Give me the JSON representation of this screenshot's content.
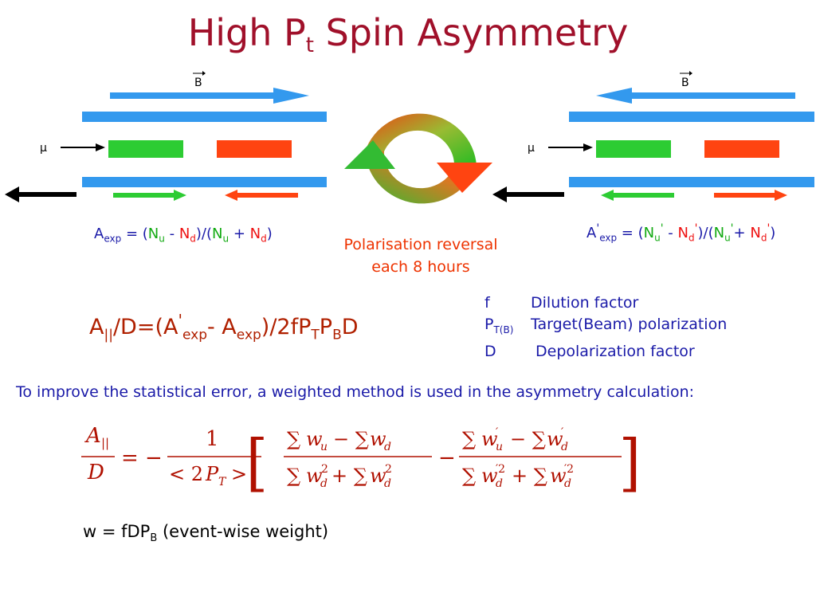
{
  "title": {
    "main": "High P",
    "sub": "t",
    "rest": " Spin Asymmetry"
  },
  "left": {
    "b_label": "B",
    "mu_label": "μ",
    "formula": {
      "A": "A",
      "sub": "exp",
      "eq": " = (",
      "Nu": "N",
      "u": "u",
      "minus": " - ",
      "Nd": "N",
      "d": "d",
      "mid": ")/(",
      "Nu2": "N",
      "u2": "u",
      "plus": " + ",
      "Nd2": "N",
      "d2": "d",
      "close": ")"
    }
  },
  "right": {
    "b_label": "B",
    "mu_label": "μ",
    "formula": {
      "A": "A",
      "prime": "'",
      "sub": "exp",
      "eq": " = (",
      "Nu": "N",
      "u": "u",
      "minus": " - ",
      "Nd": "N",
      "d": "d",
      "mid": ")/(",
      "Nu2": "N",
      "u2": "u",
      "plus": "+ ",
      "Nd2": "N",
      "d2": "d",
      "close": ")"
    }
  },
  "reversal": {
    "line1": "Polarisation reversal",
    "line2": "each 8 hours"
  },
  "main_formula": {
    "a": "A",
    "a_sub": "||",
    "b": "/D=(A",
    "prime": "'",
    "c_sub": "exp",
    "d": "- A",
    "e_sub": "exp",
    "f": ")/2fP",
    "g_sub": "T",
    "h": "P",
    "i_sub": "B",
    "j": "D"
  },
  "legend": [
    {
      "sym": "f",
      "sym_sub": "",
      "desc": "Dilution factor"
    },
    {
      "sym": "P",
      "sym_sub": "T(B)",
      "desc": "Target(Beam) polarization"
    },
    {
      "sym": "D",
      "sym_sub": "",
      "desc": "Depolarization factor"
    }
  ],
  "improve_text": "To improve the statistical error, a weighted method is used in the asymmetry calculation:",
  "weight": {
    "pre": "w = fDP",
    "sub": "B",
    "post": " (event-wise weight)"
  },
  "colors": {
    "title": "#a0102a",
    "blue_bar": "#3399ee",
    "green": "#2dcc33",
    "red": "#ff4411",
    "text_blue": "#1a1aa8"
  }
}
